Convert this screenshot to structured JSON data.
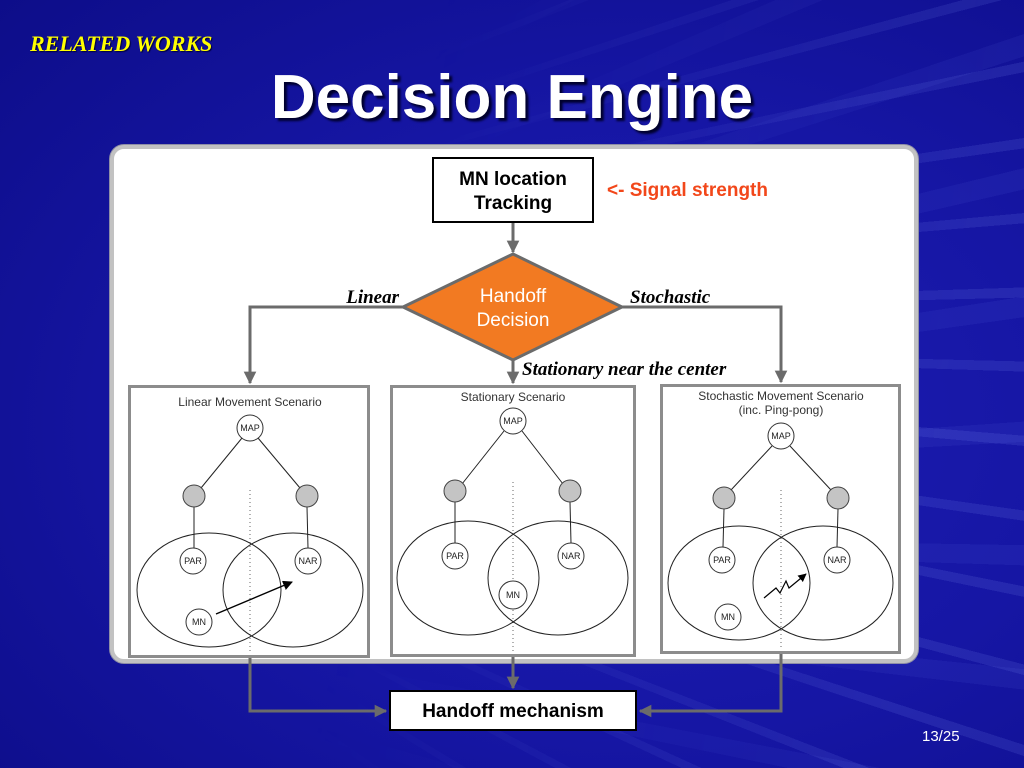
{
  "slide": {
    "section_label": "RELATED WORKS",
    "title": "Decision Engine",
    "page_number": "13/25"
  },
  "diagram": {
    "tracking_box": {
      "lines": [
        "MN location",
        "Tracking"
      ]
    },
    "signal_note": "<- Signal strength",
    "decision": {
      "lines": [
        "Handoff",
        "Decision"
      ]
    },
    "branch_labels": {
      "linear": "Linear",
      "stochastic": "Stochastic",
      "stationary": "Stationary near the center"
    },
    "scenarios": [
      {
        "title_lines": [
          "Linear Movement Scenario"
        ],
        "nodes": {
          "map": "MAP",
          "par": "PAR",
          "nar": "NAR",
          "mn": "MN"
        }
      },
      {
        "title_lines": [
          "Stationary Scenario"
        ],
        "nodes": {
          "map": "MAP",
          "par": "PAR",
          "nar": "NAR",
          "mn": "MN"
        }
      },
      {
        "title_lines": [
          "Stochastic Movement Scenario",
          "(inc. Ping-pong)"
        ],
        "nodes": {
          "map": "MAP",
          "par": "PAR",
          "nar": "NAR",
          "mn": "MN"
        }
      }
    ],
    "mechanism_box": "Handoff mechanism"
  },
  "colors": {
    "background": "#1515a3",
    "section_label": "#ffff00",
    "title": "#ffffff",
    "decision_fill": "#f27a22",
    "signal_note": "#f2471a",
    "connector": "#6b6b6b",
    "router_node": "#c4c4c4"
  }
}
